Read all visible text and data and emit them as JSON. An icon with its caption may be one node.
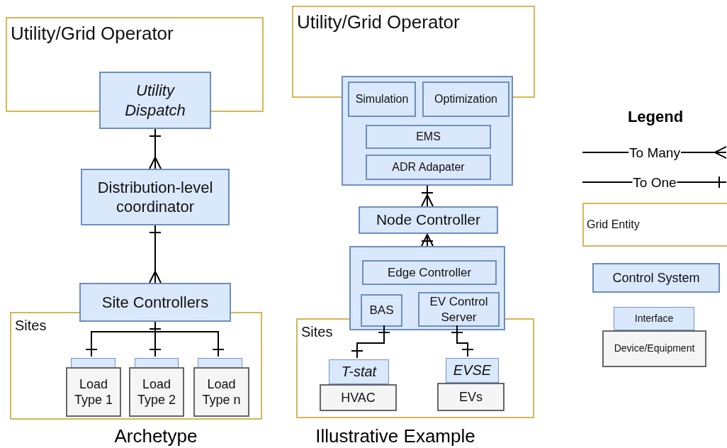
{
  "diagram": {
    "nodes": [
      {
        "text": [
          "Utility/Grid Operator"
        ]
      },
      {
        "text": [
          "Utility Dispatch"
        ]
      },
      {
        "text": [
          "Distribution-level coordinator"
        ]
      },
      {
        "text": [
          "Site Controllers"
        ]
      },
      {
        "text": [
          "Sites"
        ]
      },
      {
        "text": [],
        "shape": "bar",
        "in": 4
      },
      {
        "text": [],
        "shape": "bar",
        "in": 4
      },
      {
        "text": [],
        "shape": "bar",
        "in": 4
      },
      {
        "text": [
          "Load Type 1"
        ],
        "in": 4
      },
      {
        "text": [
          "Load Type 2"
        ],
        "in": 4
      },
      {
        "text": [
          "Load Type n"
        ],
        "in": 4
      },
      {
        "text": [
          "Utility/Grid Operator"
        ]
      },
      {
        "text": [],
        "shape": "box"
      },
      {
        "text": [
          "Simulation"
        ],
        "in": 12
      },
      {
        "text": [
          "Optimization"
        ],
        "in": 12
      },
      {
        "text": [
          "EMS"
        ],
        "in": 12
      },
      {
        "text": [
          "ADR Adapater"
        ],
        "in": 12
      },
      {
        "text": [
          "Node Controller"
        ]
      },
      {
        "text": [],
        "shape": "box"
      },
      {
        "text": [
          "Edge Controller"
        ],
        "in": 18
      },
      {
        "text": [
          "BAS"
        ],
        "in": 18
      },
      {
        "text": [
          "EV Control Server"
        ],
        "in": 18
      },
      {
        "text": [
          "Sites"
        ]
      },
      {
        "text": [
          "T-stat"
        ],
        "in": 22
      },
      {
        "text": [
          "HVAC"
        ],
        "in": 22
      },
      {
        "text": [
          "EVSE"
        ],
        "in": 22
      },
      {
        "text": [
          "EVs"
        ],
        "in": 22
      },
      {
        "text": [
          "Grid Entity"
        ]
      },
      {
        "text": [
          "Control System"
        ]
      },
      {
        "text": [
          "Interface"
        ]
      },
      {
        "text": [
          "Device/Equipment"
        ]
      }
    ],
    "edges": [
      {
        "from": 1,
        "to": 2,
        "arrow": "other"
      },
      {
        "from": 2,
        "to": 3,
        "arrow": "other"
      },
      {
        "from": 3,
        "to": 5,
        "arrow": "other"
      },
      {
        "from": 3,
        "to": 6,
        "arrow": "other"
      },
      {
        "from": 3,
        "to": 7,
        "arrow": "other"
      },
      {
        "from": 12,
        "to": 17,
        "arrow": "other"
      },
      {
        "from": 17,
        "to": 18,
        "arrow": "other"
      },
      {
        "from": 20,
        "to": 23,
        "arrow": "other"
      },
      {
        "from": 21,
        "to": 25,
        "arrow": "other"
      }
    ],
    "labels": [
      "Legend",
      "Archetype",
      "Illustrative Example"
    ],
    "legend": [
      {
        "text": "To Many"
      },
      {
        "text": "To One"
      }
    ]
  }
}
